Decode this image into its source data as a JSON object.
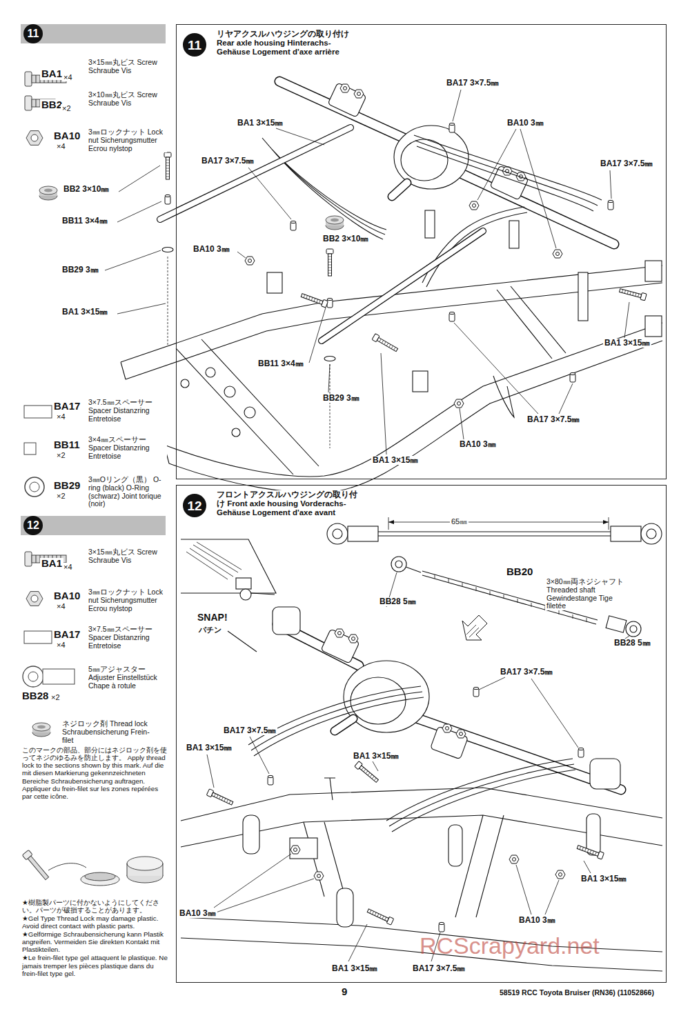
{
  "diagram": {
    "nodes": [
      {
        "text": [
          "11"
        ]
      },
      {
        "text": [
          "リヤアクスルハウジングの取り付け Rear axle housing Hinterachs-Gehäuse Logement d'axe arrière"
        ]
      },
      {
        "text": [
          "11"
        ],
        "in": 1
      },
      {
        "text": [
          "12"
        ]
      },
      {
        "text": [
          "フロントアクスルハウジングの取り付け Front axle housing Vorderachs-Gehäuse Logement d'axe avant"
        ]
      },
      {
        "text": [
          "12"
        ],
        "in": 4
      }
    ],
    "labels": [
      "BA1",
      "×4",
      "3×15㎜丸ビス Screw Schraube Vis",
      "BB2",
      "×2",
      "3×10㎜丸ビス Screw Schraube Vis",
      "BA10",
      "×4",
      "3㎜ロックナット Lock nut Sicherungsmutter Ecrou nylstop",
      "BB2 3×10㎜",
      "BB11 3×4㎜",
      "BB29 3㎜",
      "BA1 3×15㎜",
      "BA17",
      "×4",
      "3×7.5㎜スペーサー Spacer Distanzring Entretoise",
      "BB11",
      "×2",
      "3×4㎜スペーサー Spacer Distanzring Entretoise",
      "BB29",
      "×2",
      "3㎜Oリング（黒） O-ring (black) O-Ring (schwarz) Joint torique (noir)",
      "BA1",
      "×4",
      "3×15㎜丸ビス Screw Schraube Vis",
      "BA10",
      "×4",
      "3㎜ロックナット Lock nut Sicherungsmutter Ecrou nylstop",
      "BA17",
      "×4",
      "3×7.5㎜スペーサー Spacer Distanzring Entretoise",
      "BB28",
      "×2",
      "5㎜アジャスター Adjuster Einstellstück Chape à rotule",
      "ネジロック剤 Thread lock Schraubensicherung Frein-filet",
      "このマークの部品、部分にはネジロック剤を使ってネジのゆるみを防止します。 Apply thread lock to the sections shown by this mark. Auf die mit diesen Markierung gekennzeichneten Bereiche Schraubensicherung auftragen. Appliquer du frein-filet sur les zones repérées par cette icône.",
      "★樹脂製パーツに付かないようにしてください。パーツが破損することがあります。",
      "★Gel Type Thread Lock may damage plastic. Avoid direct contact with plastic parts.",
      "★Gelförmige Schraubensicherung kann Plastik angreifen. Vermeiden Sie direkten Kontakt mit Plastikteilen.",
      "★Le frein-filet type gel attaquent le plastique. Ne jamais tremper les pièces plastique dans du frein-filet type gel.",
      "BA17 3×7.5㎜",
      "BA1 3×15㎜",
      "BA10 3㎜",
      "BA17 3×7.5㎜",
      "BA17 3×7.5㎜",
      "BA10 3㎜",
      "BB2 3×10㎜",
      "BB11 3×4㎜",
      "BB29 3㎜",
      "BA1 3×15㎜",
      "BA17 3×7.5㎜",
      "BA10 3㎜",
      "BA1 3×15㎜",
      "65㎜",
      "BB20",
      "3×80㎜両ネジシャフト Threaded shaft Gewindestange Tige filetée",
      "BB28 5㎜",
      "BB28 5㎜",
      "SNAP!",
      "パチン",
      "BA17 3×7.5㎜",
      "BA17 3×7.5㎜",
      "BA1 3×15㎜",
      "BA1 3×15㎜",
      "BA1 3×15㎜",
      "BA10 3㎜",
      "BA10 3㎜",
      "BA1 3×15㎜",
      "BA17 3×7.5㎜",
      "RCScrapyard.net",
      "9",
      "58519 RCC Toyota Bruiser (RN36) (11052866)"
    ]
  }
}
